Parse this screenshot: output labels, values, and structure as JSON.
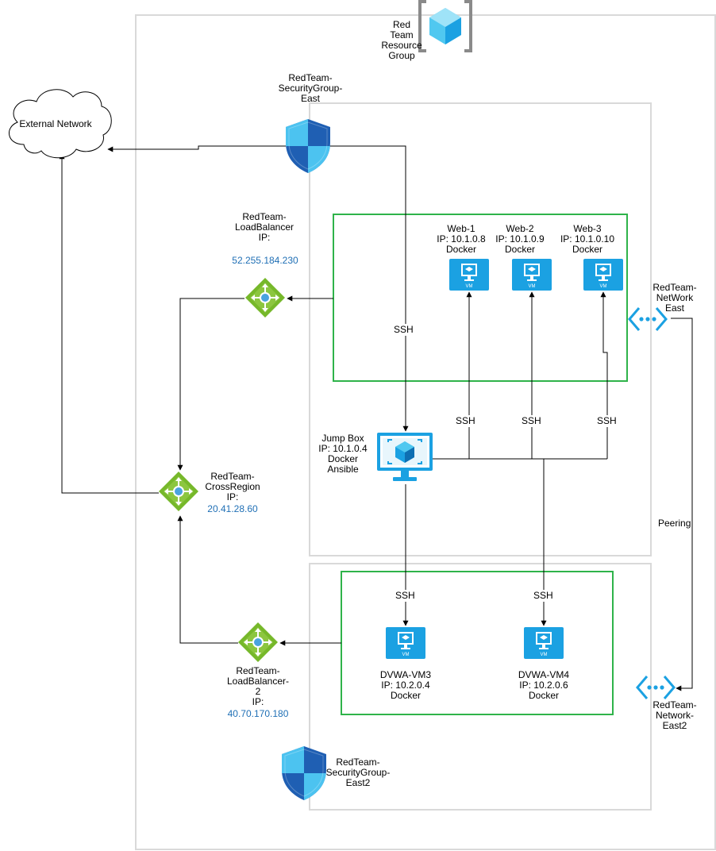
{
  "resource_group": {
    "label": [
      "Red",
      "Team",
      "Resource",
      "Group"
    ]
  },
  "external_network": {
    "label": "External Network"
  },
  "security_group_east": {
    "label": [
      "RedTeam-",
      "SecurityGroup-",
      "East"
    ]
  },
  "security_group_east2": {
    "label": [
      "RedTeam-",
      "SecurityGroup-",
      "East2"
    ]
  },
  "load_balancer": {
    "label": [
      "RedTeam-",
      "LoadBalancer",
      "IP:"
    ],
    "ip": "52.255.184.230"
  },
  "cross_region": {
    "label": [
      "RedTeam-",
      "CrossRegion",
      "IP:"
    ],
    "ip": "20.41.28.60"
  },
  "load_balancer_2": {
    "label": [
      "RedTeam-",
      "LoadBalancer-",
      "2",
      "IP:"
    ],
    "ip": "40.70.170.180"
  },
  "network_east": {
    "label": [
      "RedTeam-",
      "NetWork",
      "East"
    ]
  },
  "network_east2": {
    "label": [
      "RedTeam-",
      "Network-",
      "East2"
    ]
  },
  "jump_box": {
    "label": [
      "Jump Box",
      "IP: 10.1.0.4",
      "Docker",
      "Ansible"
    ]
  },
  "web_vms": [
    {
      "label": [
        "Web-1",
        "IP: 10.1.0.8",
        "Docker"
      ]
    },
    {
      "label": [
        "Web-2",
        "IP: 10.1.0.9",
        "Docker"
      ]
    },
    {
      "label": [
        "Web-3",
        "IP: 10.1.0.10",
        "Docker"
      ]
    }
  ],
  "dvwa_vms": [
    {
      "label": [
        "DVWA-VM3",
        "IP: 10.2.0.4",
        "Docker"
      ]
    },
    {
      "label": [
        "DVWA-VM4",
        "IP: 10.2.0.6",
        "Docker"
      ]
    }
  ],
  "vm_badge": "VM",
  "edge_labels": {
    "ssh": "SSH",
    "peering": "Peering"
  },
  "colors": {
    "container_border": "#d9d9d9",
    "subnet_border": "#2fb34a",
    "vm_blue": "#1ba1e2",
    "lb_green": "#76b82a",
    "shield_dark": "#1f5fb3",
    "shield_light": "#4cc3f0",
    "ip_text": "#1f6fb5",
    "line": "#000000"
  }
}
